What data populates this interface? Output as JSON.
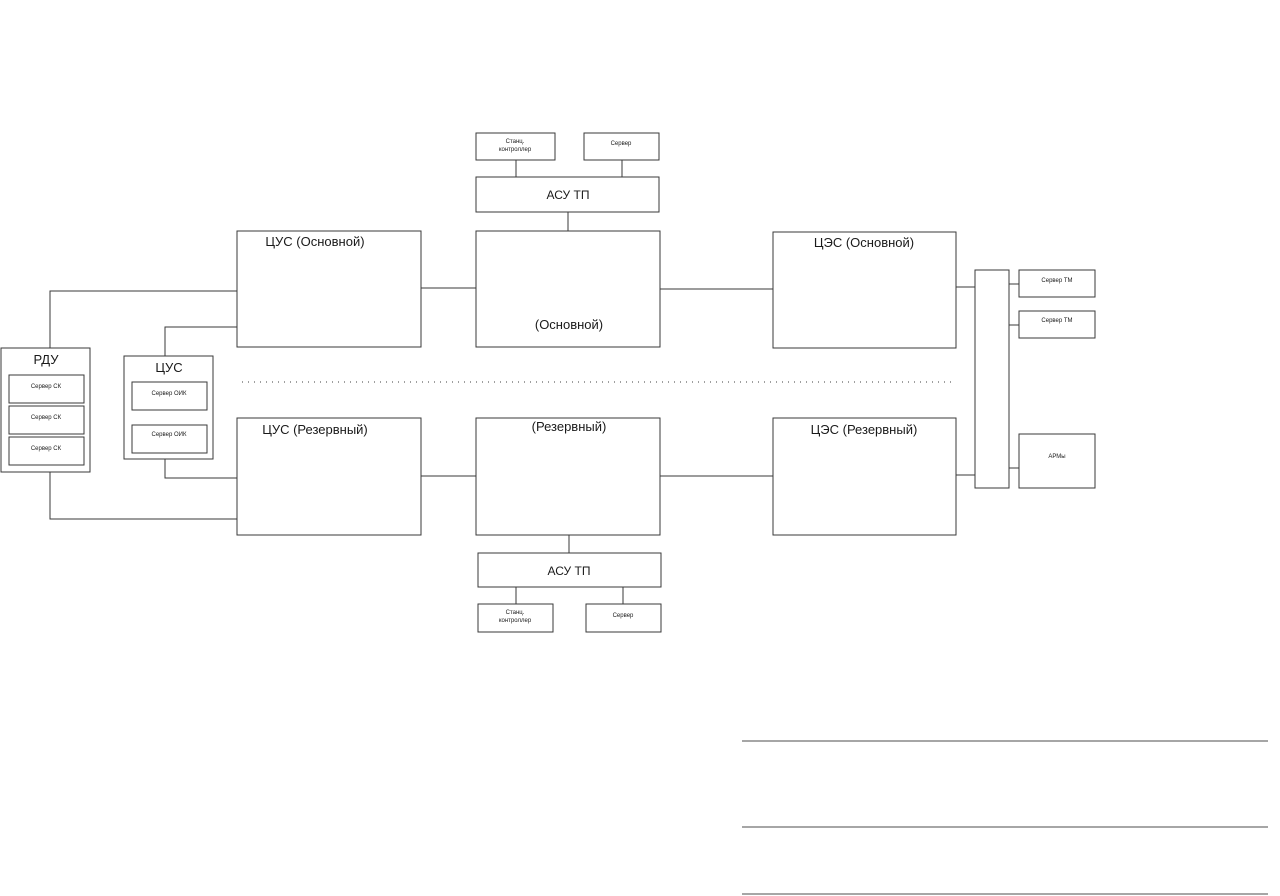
{
  "rdu": {
    "title": "РДУ",
    "servers": [
      "Сервер СК",
      "Сервер СК",
      "Сервер СК"
    ]
  },
  "cus_small": {
    "title": "ЦУС",
    "servers": [
      "Сервер ОИК",
      "Сервер ОИК"
    ]
  },
  "primary": {
    "cus_title": "ЦУС (Основной)",
    "center_title": "(Основной)",
    "ces_title": "ЦЭС (Основной)",
    "asutp_title": "АСУ ТП",
    "station_controller_line1": "Станц.",
    "station_controller_line2": "контроллер",
    "server_label": "Сервер"
  },
  "reserve": {
    "cus_title": "ЦУС (Резервный)",
    "center_title": "(Резервный)",
    "ces_title": "ЦЭС (Резервный)",
    "asutp_title": "АСУ ТП",
    "station_controller_line1": "Станц.",
    "station_controller_line2": "контроллер",
    "server_label": "Сервер"
  },
  "right_column": {
    "tm_servers": [
      "Сервер ТМ",
      "Сервер ТМ"
    ],
    "arm_label": "АРМы"
  }
}
